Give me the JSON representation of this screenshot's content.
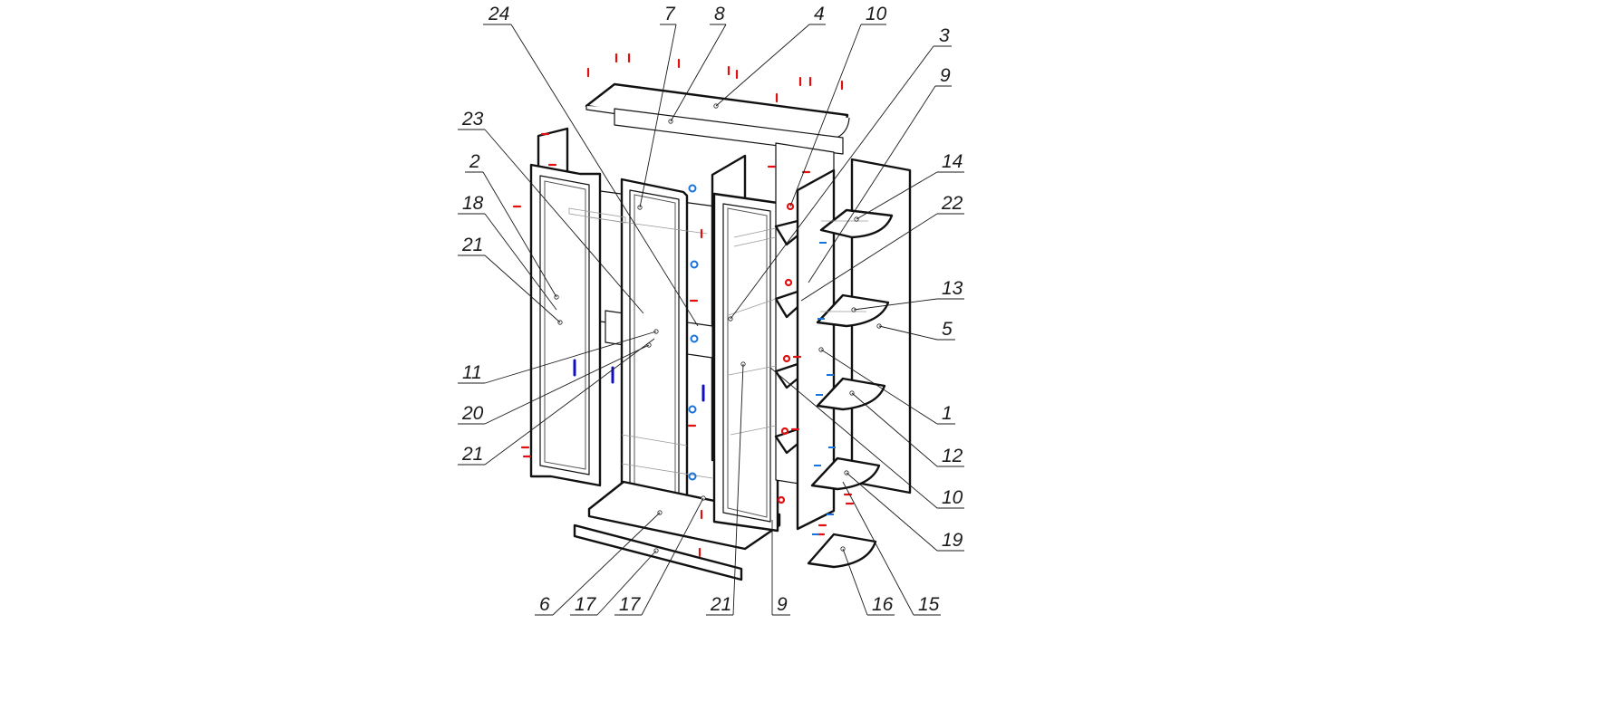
{
  "diagram": {
    "labels": {
      "l24": "24",
      "l7": "7",
      "l8": "8",
      "l4": "4",
      "l10a": "10",
      "l3": "3",
      "l9a": "9",
      "l23": "23",
      "l2": "2",
      "l18": "18",
      "l21a": "21",
      "l14": "14",
      "l22": "22",
      "l13": "13",
      "l5": "5",
      "l11": "11",
      "l20": "20",
      "l21b": "21",
      "l1": "1",
      "l12": "12",
      "l10b": "10",
      "l19": "19",
      "l6": "6",
      "l17a": "17",
      "l17b": "17",
      "l21c": "21",
      "l9b": "9",
      "l16": "16",
      "l15": "15"
    }
  }
}
